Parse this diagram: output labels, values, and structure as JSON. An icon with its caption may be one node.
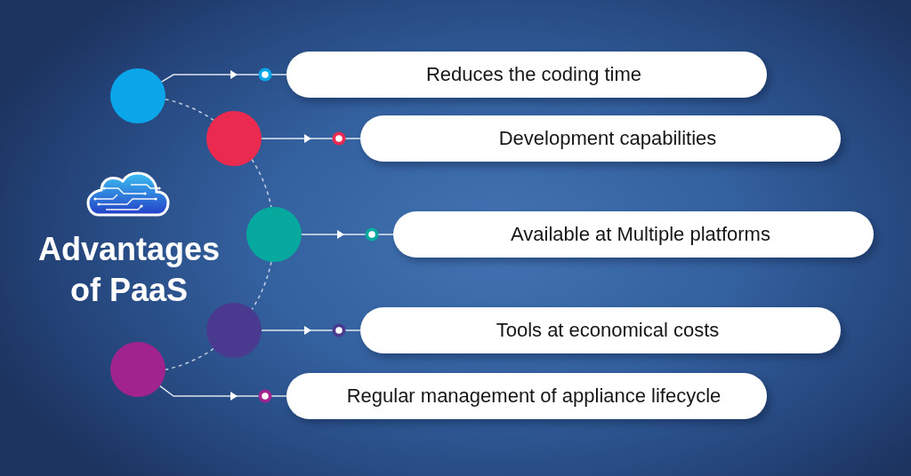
{
  "diagram": {
    "title": "Advantages of PaaS",
    "nodes": [
      {
        "text": [],
        "shape": "circle"
      },
      {
        "text": [],
        "shape": "circle"
      },
      {
        "text": [],
        "shape": "circle"
      },
      {
        "text": [],
        "shape": "circle"
      },
      {
        "text": [],
        "shape": "circle"
      },
      {
        "text": [
          "Reduces the coding time"
        ]
      },
      {
        "text": [
          "Development capabilities"
        ]
      },
      {
        "text": [
          "Available at Multiple platforms"
        ]
      },
      {
        "text": [
          "Tools at economical costs"
        ]
      },
      {
        "text": [
          "Regular management of appliance lifecycle"
        ]
      }
    ],
    "edges": [
      {
        "from": 0,
        "to": 5,
        "arrow": "to"
      },
      {
        "from": 1,
        "to": 6,
        "arrow": "to"
      },
      {
        "from": 2,
        "to": 7,
        "arrow": "to"
      },
      {
        "from": 3,
        "to": 8,
        "arrow": "to"
      },
      {
        "from": 4,
        "to": 9,
        "arrow": "to"
      },
      {
        "from": 0,
        "to": 1,
        "arrow": "none",
        "style": "dashed"
      },
      {
        "from": 1,
        "to": 2,
        "arrow": "none",
        "style": "dashed"
      },
      {
        "from": 2,
        "to": 3,
        "arrow": "none",
        "style": "dashed"
      },
      {
        "from": 3,
        "to": 4,
        "arrow": "none",
        "style": "dashed"
      }
    ]
  }
}
